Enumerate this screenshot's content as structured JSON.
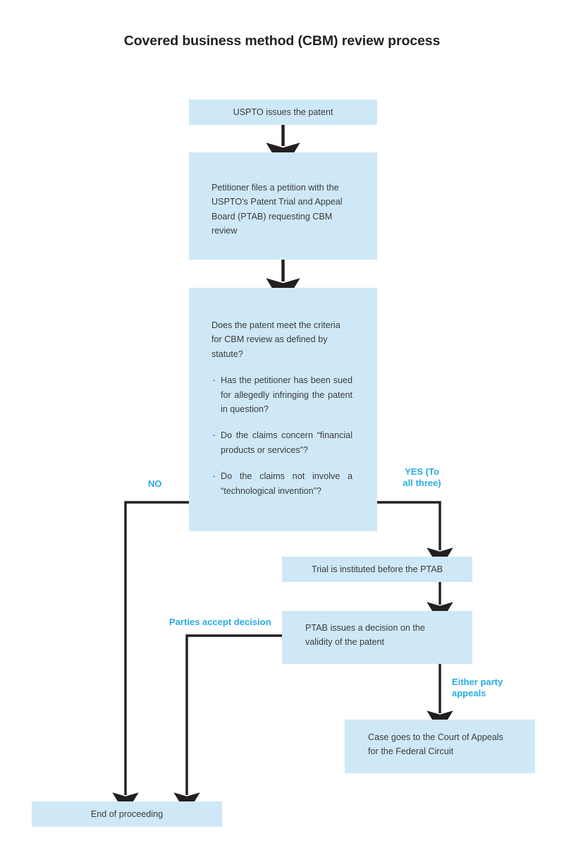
{
  "title": "Covered business method (CBM) review process",
  "colors": {
    "node_fill": "#cfe8f7",
    "node_text": "#3b3b3c",
    "edge_label": "#29ace3",
    "connector": "#231f20",
    "title": "#231f20",
    "background": "#ffffff"
  },
  "chart_data": {
    "type": "diagram",
    "title": "Covered business method (CBM) review process",
    "nodes": [
      {
        "id": "issue",
        "label": "USPTO issues the patent"
      },
      {
        "id": "petition",
        "label": "Petitioner files a petition with the USPTO's Patent Trial and Appeal Board (PTAB) requesting CBM review"
      },
      {
        "id": "criteria",
        "label": "Does the patent meet the criteria for CBM review as defined by statute?",
        "bullets": [
          "Has the petitioner has been sued for allegedly infringing the patent in question?",
          "Do the claims concern “financial products or services”?",
          "Do the claims not involve a “technological invention”?"
        ]
      },
      {
        "id": "trial",
        "label": "Trial is instituted before the PTAB"
      },
      {
        "id": "ptab",
        "label": "PTAB issues a decision on the validity of the patent"
      },
      {
        "id": "appeals",
        "label": "Case goes to the Court of Appeals for the Federal Circuit"
      },
      {
        "id": "end",
        "label": "End of proceeding"
      }
    ],
    "edges": [
      {
        "from": "issue",
        "to": "petition",
        "label": ""
      },
      {
        "from": "petition",
        "to": "criteria",
        "label": ""
      },
      {
        "from": "criteria",
        "to": "end",
        "label": "NO"
      },
      {
        "from": "criteria",
        "to": "trial",
        "label": "YES (To\nall three)"
      },
      {
        "from": "trial",
        "to": "ptab",
        "label": ""
      },
      {
        "from": "ptab",
        "to": "end",
        "label": "Parties accept decision"
      },
      {
        "from": "ptab",
        "to": "appeals",
        "label": "Either party\nappeals"
      }
    ]
  },
  "nodes": {
    "issue": {
      "text": "USPTO issues the patent"
    },
    "petition": {
      "text": "Petitioner files a petition with the USPTO's Patent Trial and Appeal Board (PTAB) requesting CBM review"
    },
    "criteria": {
      "head": "Does the patent meet the criteria for CBM review as defined by statute?",
      "bullet1": "Has the petitioner has been sued for allegedly infringing the patent in question?",
      "bullet2": "Do the claims concern “financial products or services”?",
      "bullet3": "Do the claims not involve a “technological invention”?"
    },
    "trial": {
      "text": "Trial is instituted before the PTAB"
    },
    "ptab": {
      "text": "PTAB issues a decision on the validity of the patent"
    },
    "appeals": {
      "text": "Case goes to the Court of Appeals for the Federal Circuit"
    },
    "end": {
      "text": "End of proceeding"
    }
  },
  "edge_labels": {
    "no": "NO",
    "yes": "YES (To\nall three)",
    "parties_accept": "Parties accept decision",
    "either_party": "Either party\nappeals"
  }
}
